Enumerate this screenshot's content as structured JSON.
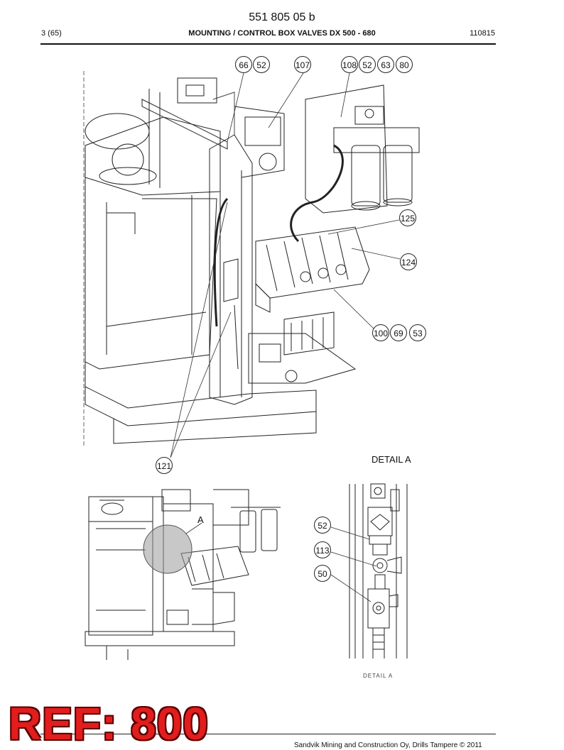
{
  "header": {
    "doc_number": "551 805 05 b",
    "page": "3 (65)",
    "title": "MOUNTING / CONTROL BOX VALVES DX 500 - 680",
    "date": "110815"
  },
  "main_view": {
    "callouts": {
      "c66": "66",
      "c52a": "52",
      "c107": "107",
      "c108": "108",
      "c52b": "52",
      "c63": "63",
      "c80": "80",
      "c125": "125",
      "c124": "124",
      "c100": "100",
      "c69": "69",
      "c53": "53",
      "c121": "121"
    }
  },
  "overview": {
    "view_letter": "A"
  },
  "detail": {
    "heading": "DETAIL A",
    "caption": "DETAIL  A",
    "callouts": {
      "c52": "52",
      "c113": "113",
      "c50": "50"
    }
  },
  "stamp": {
    "text": "REF: 800"
  },
  "footer": {
    "copyright": "Sandvik Mining and Construction Oy, Drills Tampere © 2011"
  }
}
